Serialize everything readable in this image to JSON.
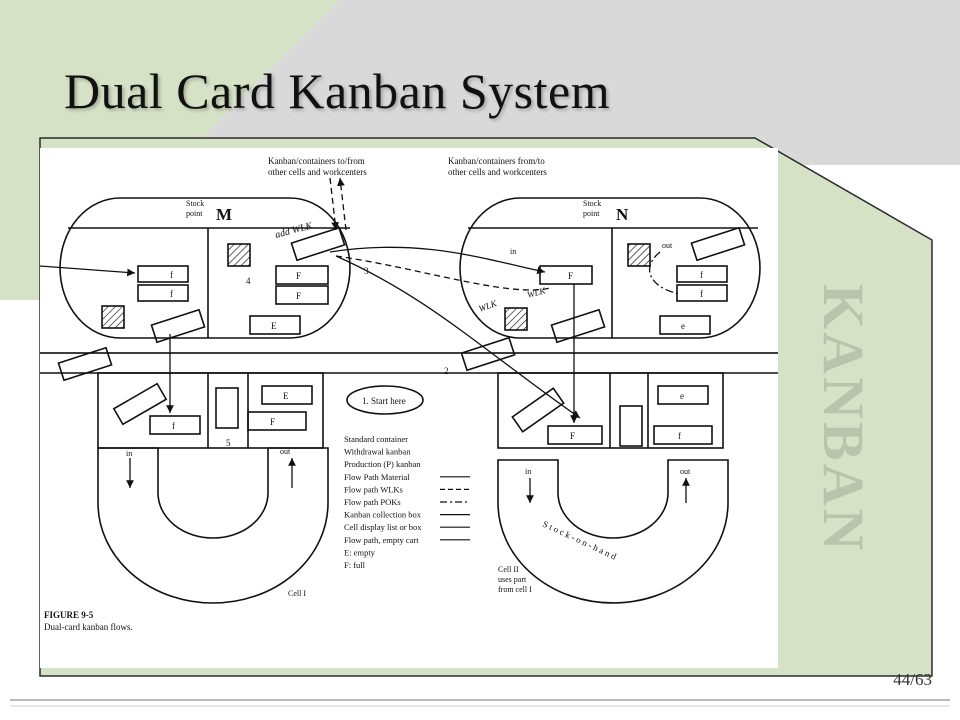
{
  "slide": {
    "title": "Dual Card Kanban System",
    "side_label": "KANBAN",
    "page_number": "44/63",
    "colors": {
      "green": "#d6e2c6",
      "gray": "#d9d9d9",
      "frame": "#2b2b2b"
    }
  },
  "figure": {
    "top_left_caption": [
      "Kanban/containers to/from",
      "other cells and workcenters"
    ],
    "top_right_caption": [
      "Kanban/containers from/to",
      "other cells and workcenters"
    ],
    "stock_point": [
      "Stock",
      "point"
    ],
    "cell_m": "M",
    "cell_n": "N",
    "in_label": "in",
    "out_label": "out",
    "handwritten": {
      "add_wlk": "add WLK",
      "wlk_1": "WLK",
      "wlk_2": "WLK"
    },
    "card_letters": {
      "f": "f",
      "F": "F",
      "e": "e",
      "E": "E"
    },
    "steps": {
      "s2": "2",
      "s3": "3",
      "s4": "4",
      "s5": "5"
    },
    "start_here": "1. Start here",
    "stock_on_hand": "S t o c k - o n - h a n d",
    "legend": [
      "Standard container",
      "Withdrawal kanban",
      "Production (P) kanban",
      "Flow Path Material",
      "Flow path WLKs",
      "Flow path POKs",
      "Kanban collection box",
      "Cell display list or box",
      "Flow path, empty cart",
      "E:  empty",
      "F:  full"
    ],
    "cell_1": "Cell I",
    "cell_2_note": [
      "Cell II",
      "uses part",
      "from cell I"
    ],
    "fig_number": "FIGURE 9-5",
    "fig_caption": "Dual-card kanban flows."
  }
}
